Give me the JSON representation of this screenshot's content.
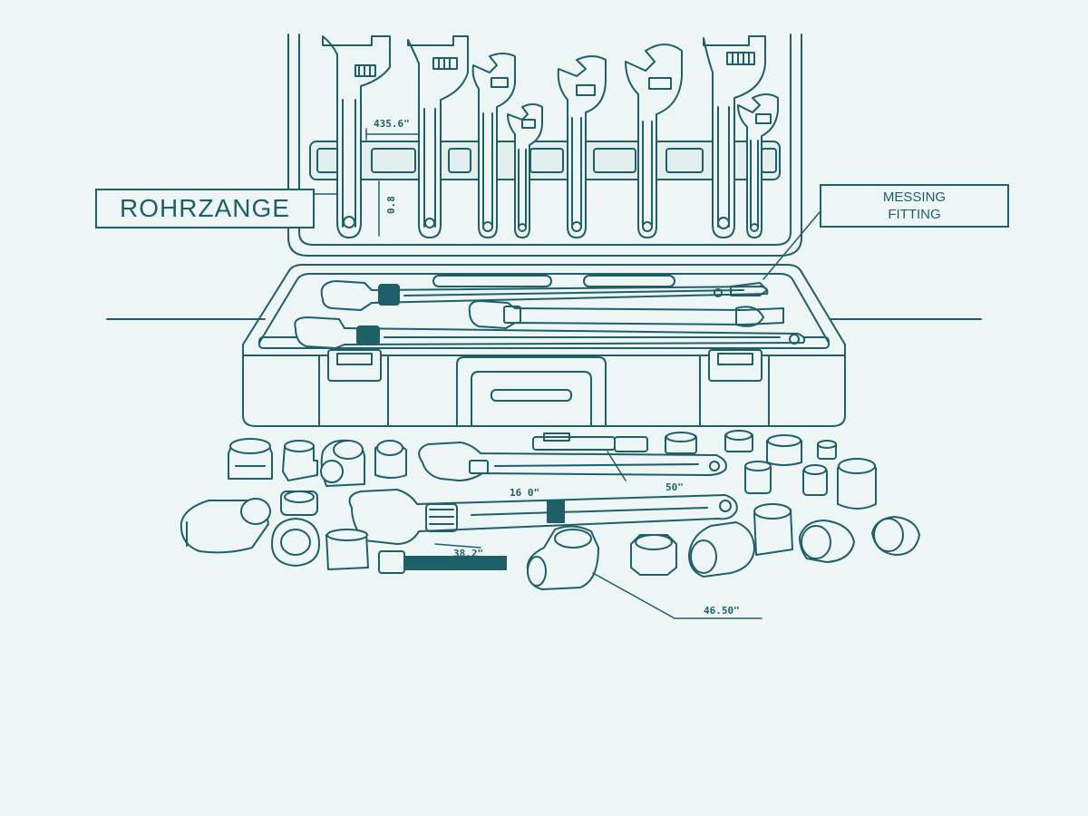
{
  "labels": {
    "pipe_wrench": "ROHRZANGE",
    "brass_fitting_line1": "MESSING",
    "brass_fitting_line2": "FITTING"
  },
  "measurements": {
    "lid_width": "435.6\"",
    "lid_height": "0.8",
    "wrench_length": "16 0\"",
    "wrench_angle": "50\"",
    "bolt_length": "38.2\"",
    "elbow_size": "46.50\""
  },
  "colors": {
    "ink": "#1f5f68",
    "background": "#edf6f4",
    "fill": "#e3efec"
  }
}
